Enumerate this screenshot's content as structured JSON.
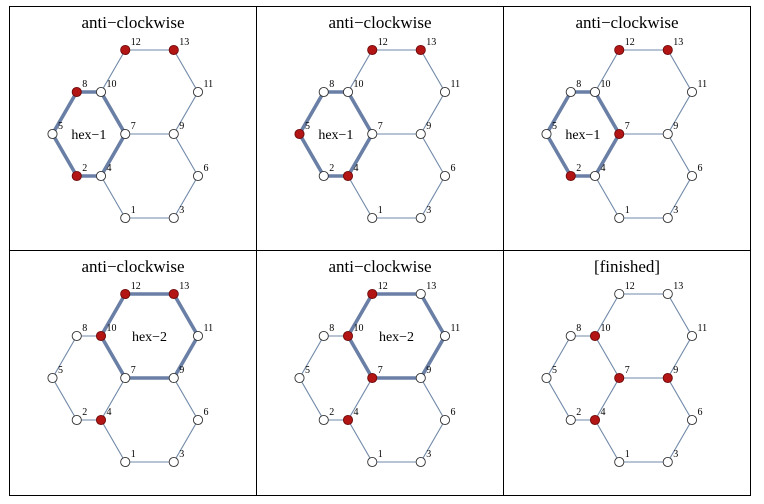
{
  "colors": {
    "edge": "#6f88a8",
    "edge_highlight": "#6a7fa5",
    "node_fill": "#ffffff",
    "node_marked": "#b31515",
    "node_stroke": "#333333",
    "text": "#000000"
  },
  "nodes": [
    {
      "id": "1",
      "label": "1",
      "x": 0.5,
      "y": 0
    },
    {
      "id": "2",
      "label": "2",
      "x": -0.5,
      "y": 0.866
    },
    {
      "id": "3",
      "label": "3",
      "x": 1.5,
      "y": 0
    },
    {
      "id": "4",
      "label": "4",
      "x": 0,
      "y": 0.866
    },
    {
      "id": "5",
      "label": "5",
      "x": -1,
      "y": 1.732
    },
    {
      "id": "6",
      "label": "6",
      "x": 2,
      "y": 0.866
    },
    {
      "id": "7",
      "label": "7",
      "x": 0.5,
      "y": 1.732
    },
    {
      "id": "8",
      "label": "8",
      "x": -0.5,
      "y": 2.598
    },
    {
      "id": "9",
      "label": "9",
      "x": 1.5,
      "y": 1.732
    },
    {
      "id": "10",
      "label": "10",
      "x": 0,
      "y": 2.598
    },
    {
      "id": "11",
      "label": "11",
      "x": 2,
      "y": 2.598
    },
    {
      "id": "12",
      "label": "12",
      "x": 0.5,
      "y": 3.464
    },
    {
      "id": "13",
      "label": "13",
      "x": 1.5,
      "y": 3.464
    }
  ],
  "edges": [
    [
      "1",
      "3"
    ],
    [
      "3",
      "6"
    ],
    [
      "6",
      "9"
    ],
    [
      "9",
      "7"
    ],
    [
      "7",
      "4"
    ],
    [
      "4",
      "1"
    ],
    [
      "4",
      "2"
    ],
    [
      "2",
      "5"
    ],
    [
      "5",
      "8"
    ],
    [
      "8",
      "10"
    ],
    [
      "10",
      "7"
    ],
    [
      "10",
      "12"
    ],
    [
      "12",
      "13"
    ],
    [
      "13",
      "11"
    ],
    [
      "11",
      "9"
    ]
  ],
  "hexagons": {
    "hex-1": [
      "4",
      "2",
      "5",
      "8",
      "10",
      "7"
    ],
    "hex-2": [
      "7",
      "10",
      "12",
      "13",
      "11",
      "9"
    ]
  },
  "panels": [
    {
      "title": "anti−clockwise",
      "marked": [
        "2",
        "8",
        "12",
        "13"
      ],
      "highlight": "hex-1",
      "hex_label": "hex−1"
    },
    {
      "title": "anti−clockwise",
      "marked": [
        "4",
        "5",
        "12",
        "13"
      ],
      "highlight": "hex-1",
      "hex_label": "hex−1"
    },
    {
      "title": "anti−clockwise",
      "marked": [
        "2",
        "7",
        "12",
        "13"
      ],
      "highlight": "hex-1",
      "hex_label": "hex−1"
    },
    {
      "title": "anti−clockwise",
      "marked": [
        "4",
        "10",
        "12",
        "13"
      ],
      "highlight": "hex-2",
      "hex_label": "hex−2"
    },
    {
      "title": "anti−clockwise",
      "marked": [
        "4",
        "7",
        "10",
        "12"
      ],
      "highlight": "hex-2",
      "hex_label": "hex−2"
    },
    {
      "title": "[finished]",
      "marked": [
        "4",
        "7",
        "9",
        "10"
      ],
      "highlight": null,
      "hex_label": ""
    }
  ]
}
